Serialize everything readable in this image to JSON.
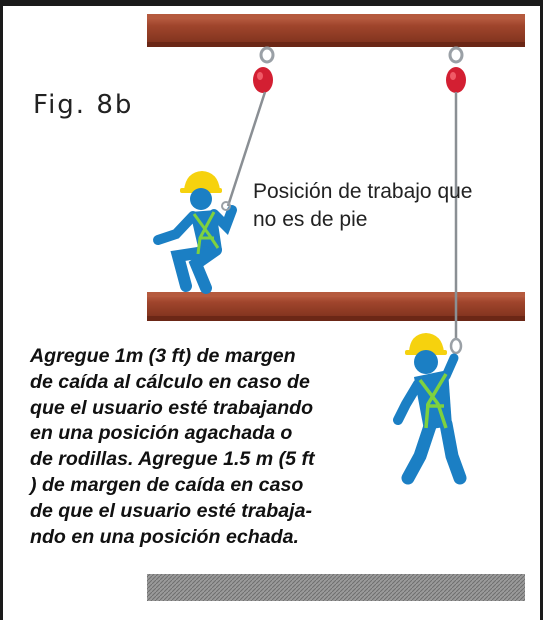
{
  "figure": {
    "label": "Fig. 8b",
    "position_label": "Posición de trabajo que no es de pie",
    "note": "Agregue 1m (3 ft) de margen\nde caída al cálculo en caso de\nque el usuario esté trabajando\nen una posición agachada o\nde rodillas. Agregue 1.5 m (5 ft\n) de margen de caída en caso\nde que el usuario esté trabaja-\nndo en una posición echada."
  },
  "colors": {
    "beam": "#a0452c",
    "helmet": "#f6d20e",
    "worker": "#1b7fc4",
    "harness": "#7ed13f",
    "anchor": "#d31f32",
    "ground": "#8c8c8c"
  }
}
